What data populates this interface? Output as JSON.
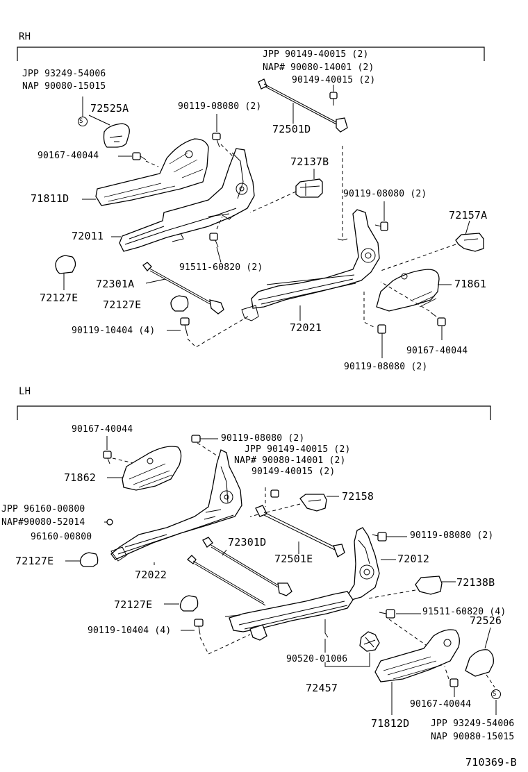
{
  "sections": {
    "rh": {
      "title": "RH"
    },
    "lh": {
      "title": "LH"
    }
  },
  "figure_id": "710369-B",
  "rh_labels": {
    "jpp_93249": "JPP 93249-54006",
    "nap_90080_15015": "NAP 90080-15015",
    "p72525A": "72525A",
    "s_symbol": "S",
    "p90119_08080_top": "90119-08080 (2)",
    "jpp_90149": "JPP  90149-40015 (2)",
    "nap_90080_14001": "NAP# 90080-14001 (2)",
    "p90149_40015": "90149-40015 (2)",
    "p72501D": "72501D",
    "p90167_40044_left": "90167-40044",
    "p72137B": "72137B",
    "p71811D": "71811D",
    "p90119_08080_mid": "90119-08080 (2)",
    "p72157A": "72157A",
    "p72011": "72011",
    "p91511_60820": "91511-60820 (2)",
    "p71861": "71861",
    "p72301A": "72301A",
    "p72127E_left": "72127E",
    "p72127E_mid": "72127E",
    "p72021": "72021",
    "p90119_10404": "90119-10404 (4)",
    "p90167_40044_right": "90167-40044",
    "p90119_08080_bottom": "90119-08080 (2)"
  },
  "lh_labels": {
    "p90167_40044_top": "90167-40044",
    "p90119_08080_top": "90119-08080 (2)",
    "jpp_90149": "JPP   90149-40015 (2)",
    "nap_90080_14001": "NAP# 90080-14001 (2)",
    "p90149_40015": "90149-40015 (2)",
    "p71862": "71862",
    "jpp_96160": "JPP  96160-00800",
    "nap_90080_52014": "NAP#90080-52014",
    "p96160_00800": "96160-00800",
    "p72158": "72158",
    "p72127E_left": "72127E",
    "p72301D": "72301D",
    "p90119_08080_right": "90119-08080 (2)",
    "p72501E": "72501E",
    "p72012": "72012",
    "p72022": "72022",
    "p72138B": "72138B",
    "p72127E_mid": "72127E",
    "p91511_60820": "91511-60820 (4)",
    "p72526": "72526",
    "p90119_10404": "90119-10404 (4)",
    "p90520_01006": "90520-01006",
    "p72457": "72457",
    "p90167_40044_bottom": "90167-40044",
    "s_symbol": "S",
    "p71812D": "71812D",
    "jpp_93249": "JPP 93249-54006",
    "nap_90080_15015": "NAP 90080-15015"
  }
}
